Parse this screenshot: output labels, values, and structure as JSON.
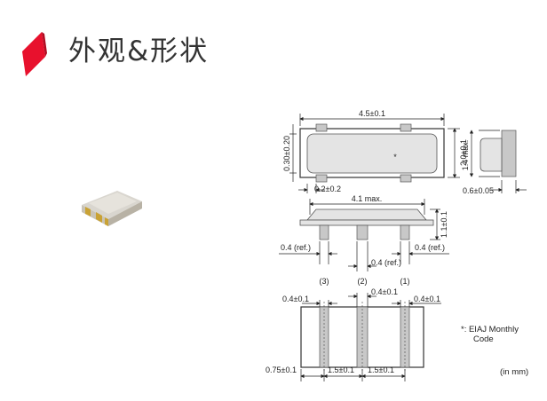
{
  "header": {
    "title": "外观&形状",
    "accent_color": "#e8112d",
    "icon": "red-parallelogram-icon"
  },
  "photo": {
    "icon": "ceramic-resonator-chip-photo"
  },
  "top_view": {
    "width": "4.5±0.1",
    "height": "2.0±0.1",
    "pad_offset": "0.30±0.20",
    "pad_width": "0.2±0.2",
    "marking": "*"
  },
  "side_view": {
    "max_height": "1.4 max.",
    "thickness": "0.6±0.05"
  },
  "front_view": {
    "length": "4.1 max.",
    "height": "1.1±0.1",
    "left_ref": "0.4 (ref.)",
    "right_ref": "0.4 (ref.)",
    "center_ref": "0.4 (ref.)"
  },
  "footprint": {
    "pin_labels": [
      "(3)",
      "(2)",
      "(1)"
    ],
    "left_pad": "0.4±0.1",
    "center_pad": "0.4±0.1",
    "right_pad": "0.4±0.1",
    "edge": "0.75±0.1",
    "pitch_left": "1.5±0.1",
    "pitch_right": "1.5±0.1"
  },
  "notes": {
    "eiaj_line1": "*: EIAJ Monthly",
    "eiaj_line2": "Code",
    "units": "(in mm)"
  }
}
